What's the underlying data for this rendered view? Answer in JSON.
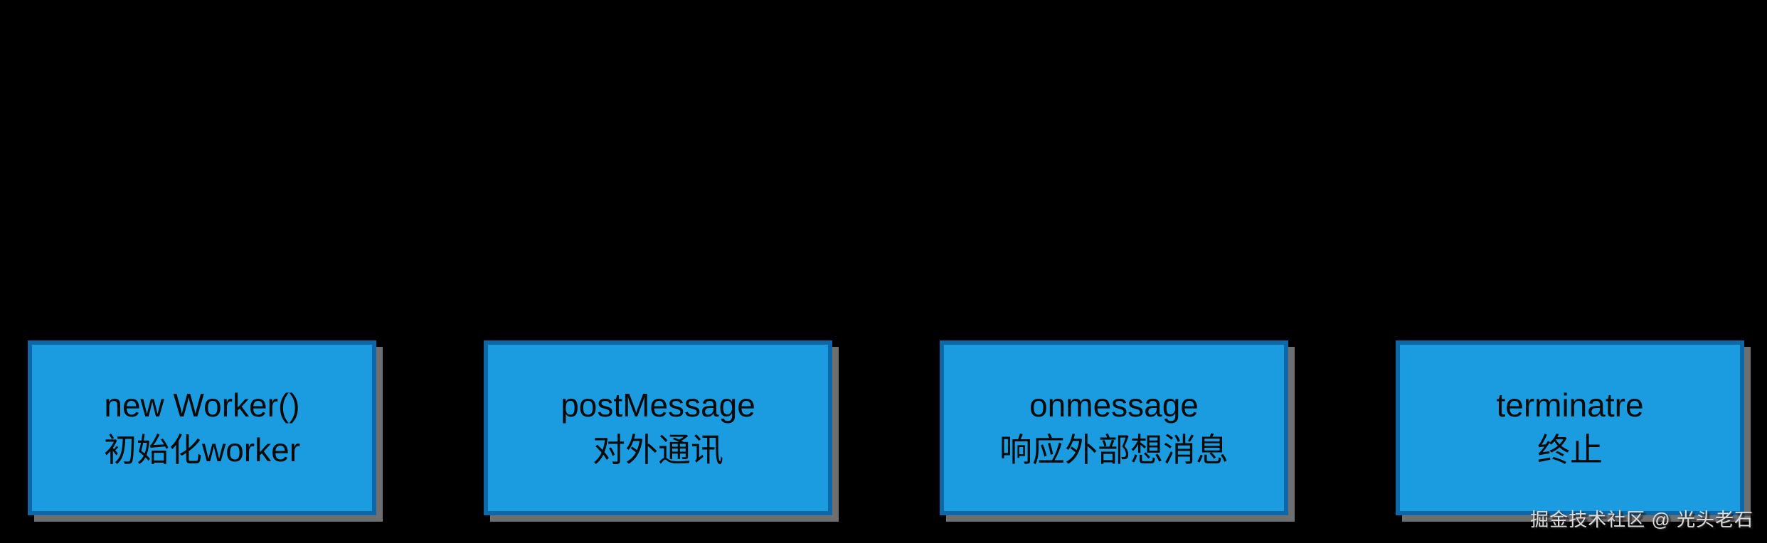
{
  "boxes": [
    {
      "api_name": "new Worker()",
      "description": "初始化worker"
    },
    {
      "api_name": "postMessage",
      "description": "对外通讯"
    },
    {
      "api_name": "onmessage",
      "description": "响应外部想消息"
    },
    {
      "api_name": "terminatre",
      "description": "终止"
    }
  ],
  "watermark": {
    "text": "掘金技术社区 @ 光头老石"
  },
  "colors": {
    "canvas_bg": "#000000",
    "box_fill": "#1C9CE0",
    "box_border": "#0E67A7",
    "box_shadow": "#6F6F6F",
    "box_text": "#0A0A0A",
    "watermark_text": "#DCDCDC"
  }
}
